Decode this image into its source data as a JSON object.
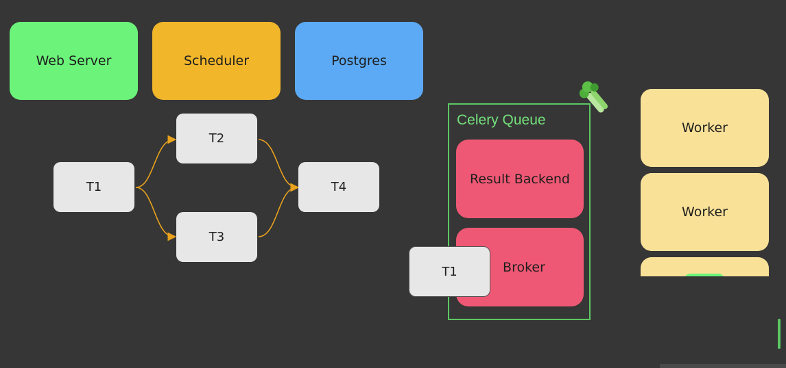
{
  "components": {
    "web_server": "Web Server",
    "scheduler": "Scheduler",
    "postgres": "Postgres"
  },
  "dag": {
    "t1": "T1",
    "t2": "T2",
    "t3": "T3",
    "t4": "T4"
  },
  "celery": {
    "title": "Celery Queue",
    "result_backend": "Result Backend",
    "broker": "Broker",
    "queued_task": "T1"
  },
  "workers": [
    "Worker",
    "Worker"
  ],
  "colors": {
    "background": "#363636",
    "web_server": "#6cf47a",
    "scheduler": "#f2b62b",
    "postgres": "#5caaf5",
    "task": "#e7e7e7",
    "queue_border": "#5cc763",
    "queue_box": "#ef5874",
    "worker": "#fae198",
    "arrow": "#e9a21d"
  },
  "icons": [
    "celery-icon"
  ]
}
